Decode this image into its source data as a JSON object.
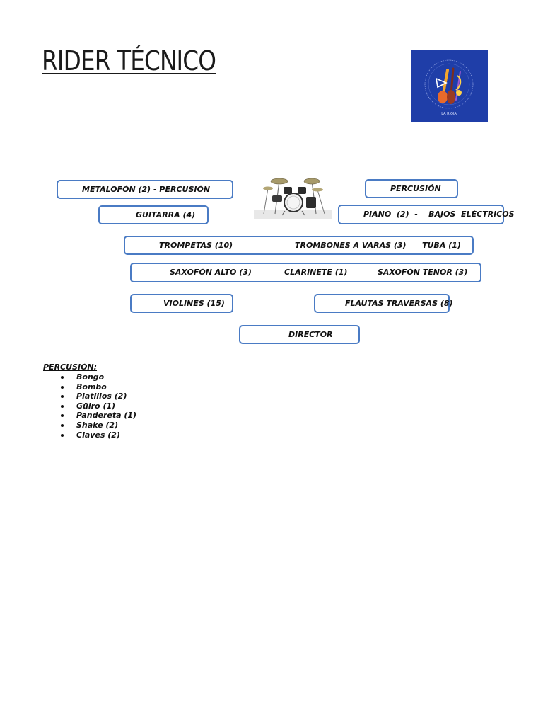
{
  "title": "RIDER TÉCNICO",
  "logo": {
    "label": "orchestra-logo",
    "bg_color": "#1f3ea8"
  },
  "stage": {
    "metalofon": "METALOFÓN (2) -  PERCUSIÓN",
    "percusion": "PERCUSIÓN",
    "guitarra": "GUITARRA (4)",
    "piano_bajos": "PIANO  (2)  -    BAJOS  ELÉCTRICOS",
    "trompetas": "TROMPETAS (10)",
    "trombones": "TROMBONES A VARAS (3)",
    "tuba": "TUBA (1)",
    "saxofon_alto": "SAXOFÓN ALTO (3)",
    "clarinete": "CLARINETE (1)",
    "saxofon_tenor": "SAXOFÓN TENOR (3)",
    "violines": "VIOLINES (15)",
    "flautas": "FLAUTAS TRAVERSAS (8)",
    "director": "DIRECTOR",
    "drum_kit_icon": "drum-kit"
  },
  "percussion_list": {
    "heading": "PERCUSIÓN:",
    "items": [
      "Bongo",
      "Bombo",
      "Platillos (2)",
      "Güiro (1)",
      "Pandereta (1)",
      "Shake (2)",
      "Claves (2)"
    ]
  },
  "colors": {
    "box_border": "#4a7bc4",
    "logo_bg": "#1f3ea8"
  }
}
